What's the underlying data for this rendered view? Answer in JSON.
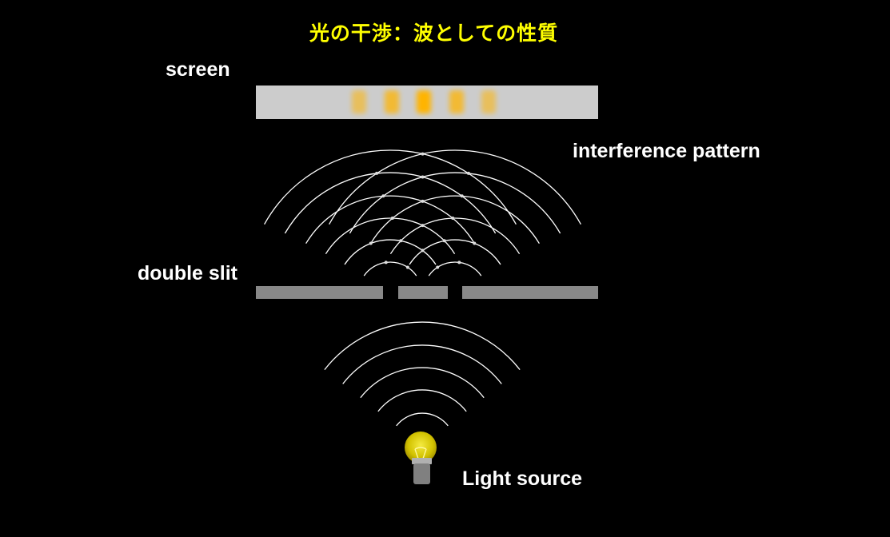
{
  "title": "光の干渉：波としての性質",
  "labels": {
    "screen": "screen",
    "interference": "interference pattern",
    "double_slit": "double slit",
    "light_source": "Light source"
  },
  "colors": {
    "background": "#000000",
    "title": "#ffff00",
    "label": "#ffffff",
    "screen": "#cccccc",
    "fringe": "#ffb400",
    "slit_barrier": "#888888",
    "wave": "#ffffff",
    "bulb_glass": "#d8c800",
    "bulb_base": "#808080"
  },
  "icons": {
    "source": "light-bulb-icon"
  },
  "diagram": {
    "fringe_intensity": [
      0.55,
      0.75,
      1.0,
      0.75,
      0.55
    ],
    "slit_count": 2,
    "incident_wavefront_count": 5,
    "diffracted_wavefronts_per_slit": 6,
    "constructive_interference_points": 10
  }
}
